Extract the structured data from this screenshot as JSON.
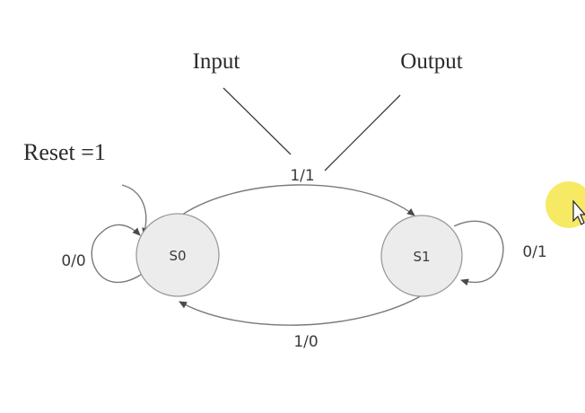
{
  "annotations": {
    "input": "Input",
    "output": "Output",
    "reset": "Reset =1"
  },
  "states": [
    {
      "id": "s0",
      "label": "S0"
    },
    {
      "id": "s1",
      "label": "S1"
    }
  ],
  "transitions": [
    {
      "from": "S0",
      "to": "S1",
      "label": "1/1"
    },
    {
      "from": "S1",
      "to": "S0",
      "label": "1/0"
    },
    {
      "from": "S0",
      "to": "S0",
      "label": "0/0"
    },
    {
      "from": "S1",
      "to": "S1",
      "label": "0/1"
    }
  ],
  "colors": {
    "state_fill": "#ececec",
    "edge_stroke": "#7a7a7a",
    "cursor_highlight": "#f4e64a"
  }
}
